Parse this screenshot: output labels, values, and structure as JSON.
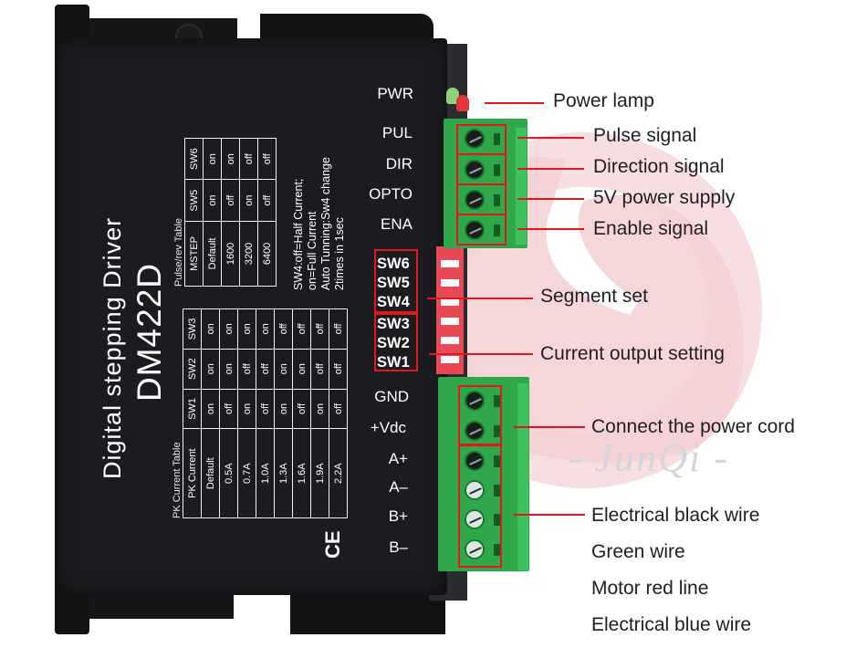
{
  "device": {
    "title": "Digital stepping Driver",
    "model": "DM422D",
    "ce_mark": "CE"
  },
  "pulse_rev_table": {
    "caption": "Pulse/rev Table",
    "headers": [
      "MSTEP",
      "SW5",
      "SW6"
    ],
    "rows": [
      [
        "Default",
        "on",
        "on"
      ],
      [
        "1600",
        "off",
        "on"
      ],
      [
        "3200",
        "on",
        "off"
      ],
      [
        "6400",
        "off",
        "off"
      ]
    ]
  },
  "pk_current_table": {
    "caption": "PK Current Table",
    "headers": [
      "PK Current",
      "SW1",
      "SW2",
      "SW3"
    ],
    "rows": [
      [
        "Default",
        "on",
        "on",
        "on"
      ],
      [
        "0.5A",
        "off",
        "on",
        "on"
      ],
      [
        "0.7A",
        "on",
        "off",
        "on"
      ],
      [
        "1.0A",
        "off",
        "off",
        "on"
      ],
      [
        "1.3A",
        "on",
        "on",
        "off"
      ],
      [
        "1.6A",
        "off",
        "on",
        "off"
      ],
      [
        "1.9A",
        "on",
        "off",
        "off"
      ],
      [
        "2.2A",
        "off",
        "off",
        "off"
      ]
    ]
  },
  "notes": [
    "SW4:off=Half Current;",
    "on=Full Current",
    "Auto Tunning:Sw4 change",
    "2times in 1sec"
  ],
  "pins": {
    "pwr": "PWR",
    "signal": [
      "PUL",
      "DIR",
      "OPTO",
      "ENA"
    ],
    "power": [
      "GND",
      "+Vdc",
      "A+",
      "A–",
      "B+",
      "B–"
    ]
  },
  "switches": {
    "segment": [
      "SW6",
      "SW5",
      "SW4"
    ],
    "current": [
      "SW3",
      "SW2",
      "SW1"
    ]
  },
  "annotations": {
    "power_lamp": "Power lamp",
    "pulse_signal": "Pulse signal",
    "direction_signal": "Direction signal",
    "power_5v": "5V power supply",
    "enable_signal": "Enable signal",
    "segment_set": "Segment set",
    "current_output": "Current output setting",
    "power_cord": "Connect the power cord",
    "black_wire": "Electrical black wire",
    "green_wire": "Green wire",
    "red_line": "Motor red line",
    "blue_wire": "Electrical blue wire"
  },
  "watermark": {
    "text": "- JunQi -"
  },
  "colors": {
    "highlight_red": "#e6141c",
    "terminal_green": "#2ea84a",
    "device_black": "#1b1c1f",
    "watermark_pink": "#f2cfd2"
  }
}
